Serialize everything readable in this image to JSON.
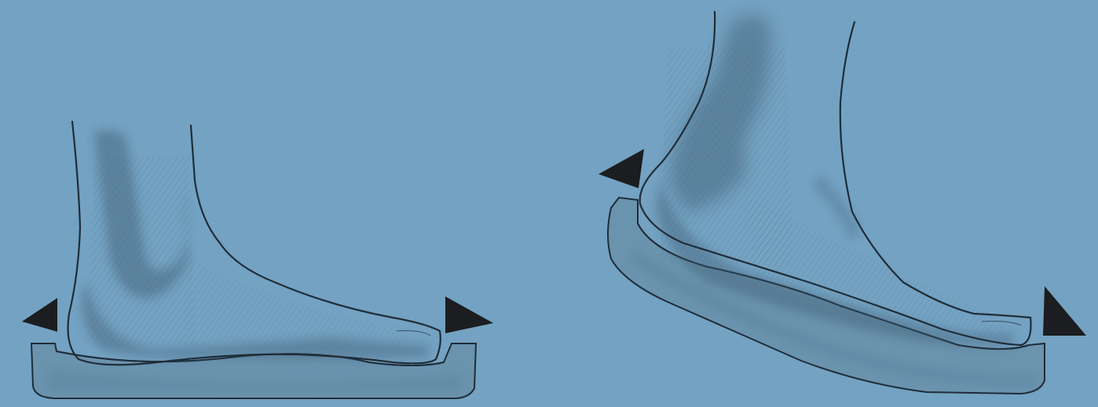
{
  "background_color": "#74a2c2",
  "colors": {
    "outline": "#1f2d38",
    "insole_fill": "#6a93ae",
    "insole_inner": "#7aa3bf",
    "shading": "#3f5f74",
    "marker": "#1b1d20"
  },
  "illustrations": [
    {
      "name": "flat-foot-on-insole",
      "icon": "foot-side-view-flat"
    },
    {
      "name": "raised-heel-foot-on-insole",
      "icon": "foot-side-view-heel-raised"
    }
  ],
  "markers": [
    {
      "name": "left-heel-marker",
      "icon": "triangle-pointer"
    },
    {
      "name": "left-toe-marker",
      "icon": "triangle-pointer"
    },
    {
      "name": "right-heel-marker",
      "icon": "triangle-pointer"
    },
    {
      "name": "right-toe-marker",
      "icon": "triangle-pointer"
    }
  ]
}
